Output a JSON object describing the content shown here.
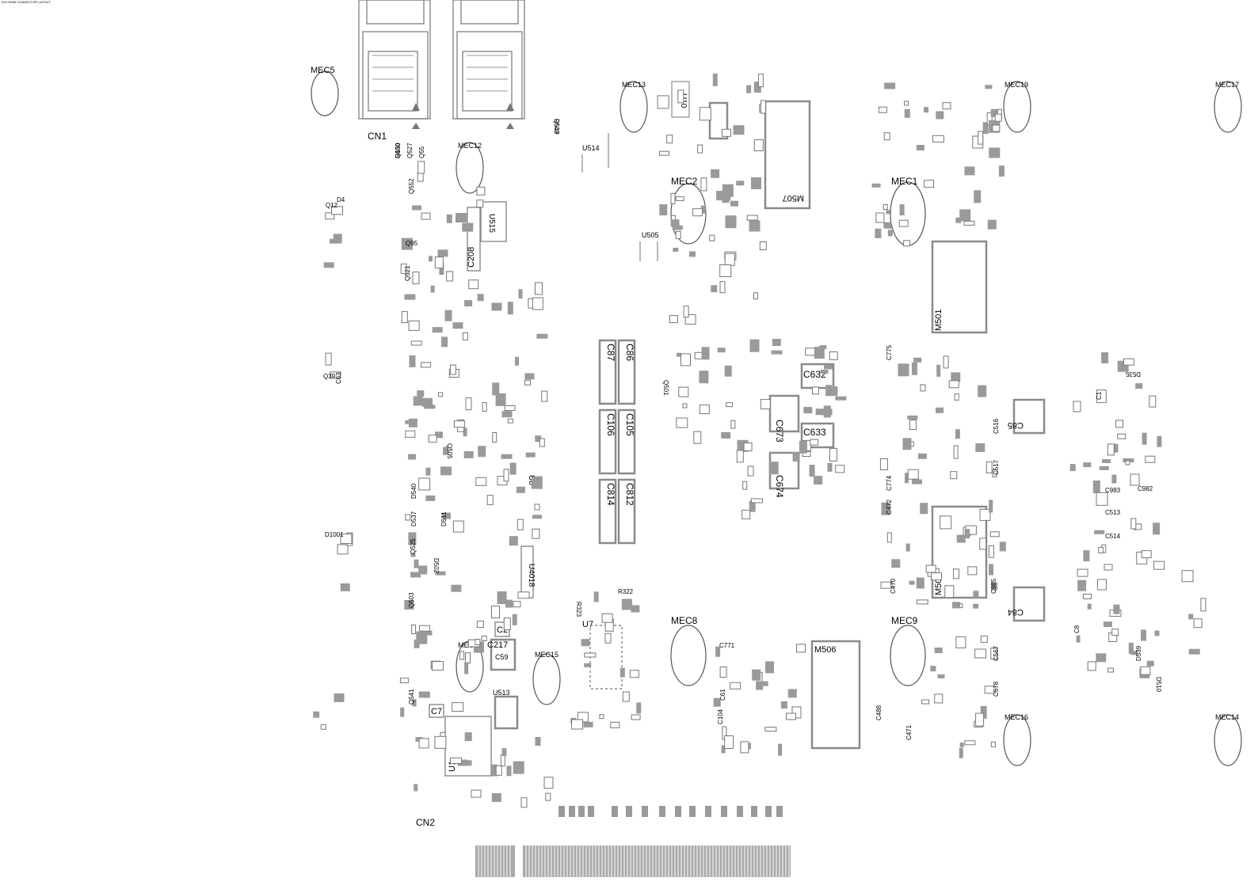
{
  "header_note": "DVI-HDMI CONNECTOR LAYOUT",
  "mounting_holes": [
    "MEC5",
    "MEC12",
    "MEC13",
    "MEC2",
    "MEC1",
    "MEC19",
    "MEC17",
    "MEC18",
    "MEC15",
    "MEC8",
    "MEC9",
    "MEC16",
    "MEC14"
  ],
  "connectors": [
    "CN1",
    "CN2"
  ],
  "large_parts": [
    "M507",
    "M501",
    "M503",
    "M506",
    "U10",
    "U514",
    "U515",
    "U505",
    "U7",
    "U1",
    "U513",
    "U4018",
    "U8"
  ],
  "caps_large": [
    "C87",
    "C86",
    "C106",
    "C105",
    "C814",
    "C812",
    "C632",
    "C633",
    "C673",
    "C674",
    "C85",
    "C84",
    "C208",
    "C2",
    "C7",
    "C59",
    "C217"
  ],
  "small_parts": [
    "Q549",
    "Q550",
    "Q527",
    "Q55",
    "Q552",
    "Q95",
    "Q521",
    "Q12",
    "Q39",
    "Q501",
    "Q503",
    "Q525",
    "Q541",
    "Q505",
    "D502",
    "D537",
    "D540",
    "D511",
    "D510",
    "D535",
    "D539",
    "D4",
    "D1001",
    "C63",
    "C61",
    "C104",
    "C771",
    "C775",
    "C774",
    "C472",
    "C470",
    "C471",
    "C488",
    "C567",
    "C578",
    "C516",
    "C517",
    "C513",
    "C514",
    "C983",
    "C982",
    "C985",
    "C1",
    "C8",
    "R322",
    "R323",
    "R502",
    "R430"
  ]
}
